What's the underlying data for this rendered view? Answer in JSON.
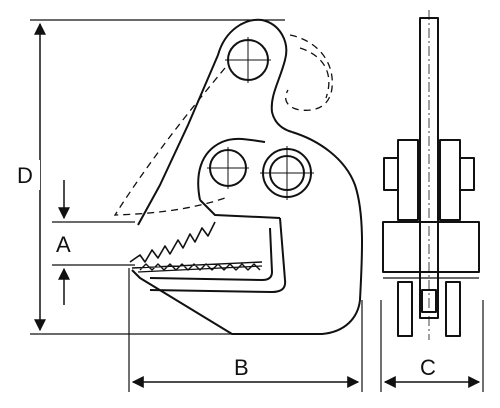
{
  "diagram": {
    "dimension_labels": {
      "A": "A",
      "B": "B",
      "C": "C",
      "D": "D"
    },
    "colors": {
      "line": "#111111",
      "background": "#ffffff"
    }
  }
}
